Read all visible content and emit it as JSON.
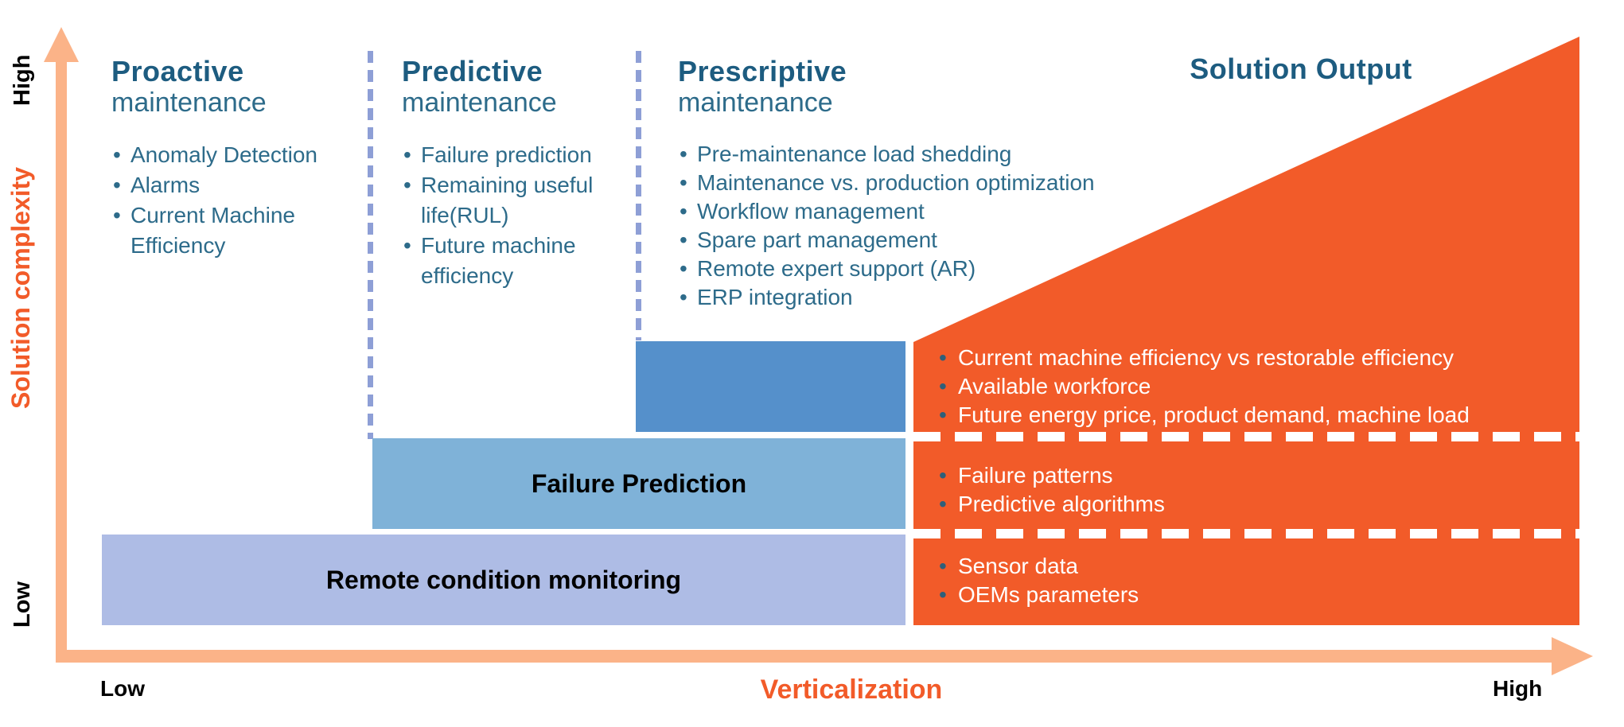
{
  "colors": {
    "accent_orange": "#F25B29",
    "axis_peach": "#FBB388",
    "heading_teal": "#1D5C80",
    "body_teal": "#2D6B8A",
    "divider_lavender": "#8E9FD6",
    "box_dark_blue": "#5590CB",
    "box_medium_blue": "#7FB2D8",
    "box_light_purple": "#AEBCE5",
    "bullet_dot_dark": "#2E5F7A"
  },
  "y_axis": {
    "top_label": "High",
    "label": "Solution complexity",
    "bottom_label": "Low"
  },
  "x_axis": {
    "left_label": "Low",
    "label": "Verticalization",
    "right_label": "High"
  },
  "columns": [
    {
      "title": "Proactive",
      "subtitle": "maintenance",
      "items": [
        "Anomaly Detection",
        "Alarms",
        "Current Machine Efficiency"
      ]
    },
    {
      "title": "Predictive",
      "subtitle": "maintenance",
      "items": [
        "Failure prediction",
        "Remaining useful life(RUL)",
        "Future machine efficiency"
      ]
    },
    {
      "title": "Prescriptive",
      "subtitle": "maintenance",
      "items": [
        "Pre-maintenance load shedding",
        "Maintenance vs. production optimization",
        "Workflow management",
        "Spare part management",
        "Remote expert support (AR)",
        "ERP integration"
      ]
    }
  ],
  "solution_output": {
    "title": "Solution Output",
    "groups": [
      {
        "items": [
          "Current machine efficiency vs restorable efficiency",
          "Available workforce",
          "Future energy price, product demand, machine load"
        ]
      },
      {
        "items": [
          "Failure patterns",
          "Predictive algorithms"
        ]
      },
      {
        "items": [
          "Sensor data",
          "OEMs parameters"
        ]
      }
    ]
  },
  "boxes": {
    "prescriptive_box_label": "",
    "failure_prediction_label": "Failure Prediction",
    "remote_monitoring_label": "Remote condition monitoring"
  }
}
